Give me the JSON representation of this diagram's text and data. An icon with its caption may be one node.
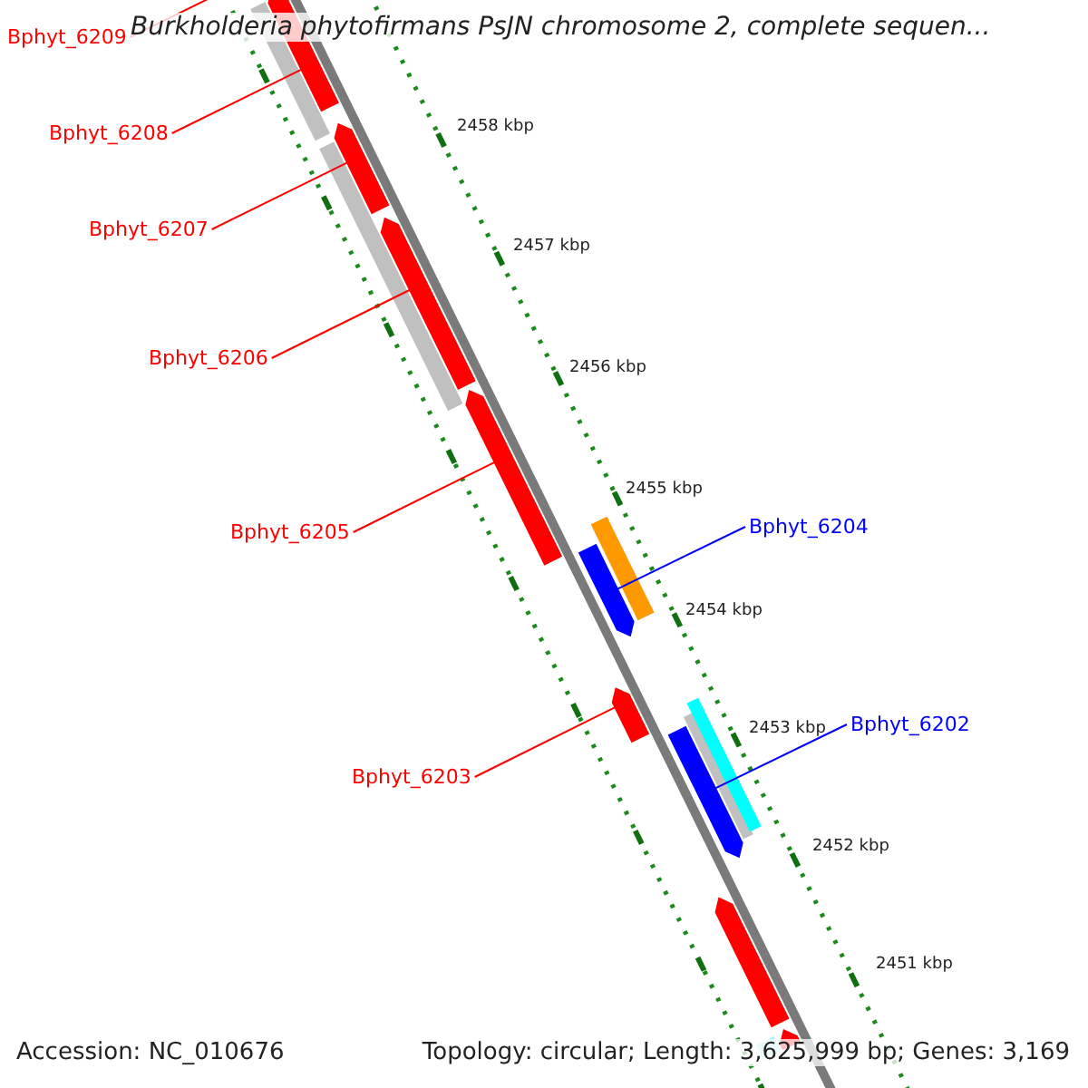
{
  "diagram": {
    "title": "Burkholderia phytofirmans PsJN chromosome 2, complete sequen...",
    "nodes": [
      {
        "text": [
          "Bphyt_6209"
        ]
      },
      {
        "text": [
          "Bphyt_6208"
        ]
      },
      {
        "text": [],
        "shape": "arrow"
      },
      {
        "text": [
          "Bphyt_6207"
        ]
      },
      {
        "text": [],
        "shape": "arrow"
      },
      {
        "text": [
          "Bphyt_6206"
        ]
      },
      {
        "text": [],
        "shape": "arrow"
      },
      {
        "text": [
          "Bphyt_6205"
        ]
      },
      {
        "text": [],
        "shape": "arrow"
      },
      {
        "text": [
          "Bphyt_6204"
        ]
      },
      {
        "text": [],
        "shape": "arrow"
      },
      {
        "text": [
          "Bphyt_6202"
        ]
      },
      {
        "text": [],
        "shape": "arrow"
      },
      {
        "text": [
          "Bphyt_6203"
        ]
      },
      {
        "text": [],
        "shape": "arrow"
      },
      {
        "text": [],
        "shape": "bar"
      },
      {
        "text": [],
        "shape": "bar"
      },
      {
        "text": [],
        "shape": "arrow"
      },
      {
        "text": [],
        "shape": "arrow"
      },
      {
        "text": [],
        "shape": "bar"
      },
      {
        "text": [],
        "shape": "bar"
      },
      {
        "text": [],
        "shape": "bar"
      },
      {
        "text": [],
        "shape": "bar"
      }
    ],
    "edges": [
      {
        "from": 0,
        "to": null,
        "arrow": "none",
        "color": "#ff0000"
      },
      {
        "from": 1,
        "to": 2,
        "arrow": "none",
        "color": "#ff0000"
      },
      {
        "from": 3,
        "to": 4,
        "arrow": "none",
        "color": "#ff0000"
      },
      {
        "from": 5,
        "to": 6,
        "arrow": "none",
        "color": "#ff0000"
      },
      {
        "from": 7,
        "to": 8,
        "arrow": "none",
        "color": "#ff0000"
      },
      {
        "from": 9,
        "to": 10,
        "arrow": "none",
        "color": "#0000ff"
      },
      {
        "from": 11,
        "to": 12,
        "arrow": "none",
        "color": "#0000ff"
      },
      {
        "from": 13,
        "to": 14,
        "arrow": "none",
        "color": "#ff0000"
      }
    ],
    "labels": [
      "2458 kbp",
      "2457 kbp",
      "2456 kbp",
      "2455 kbp",
      "2454 kbp",
      "2453 kbp",
      "2452 kbp",
      "2451 kbp",
      "Accession: NC_010676",
      "Topology: circular; Length: 3,625,999 bp; Genes: 3,169"
    ]
  }
}
